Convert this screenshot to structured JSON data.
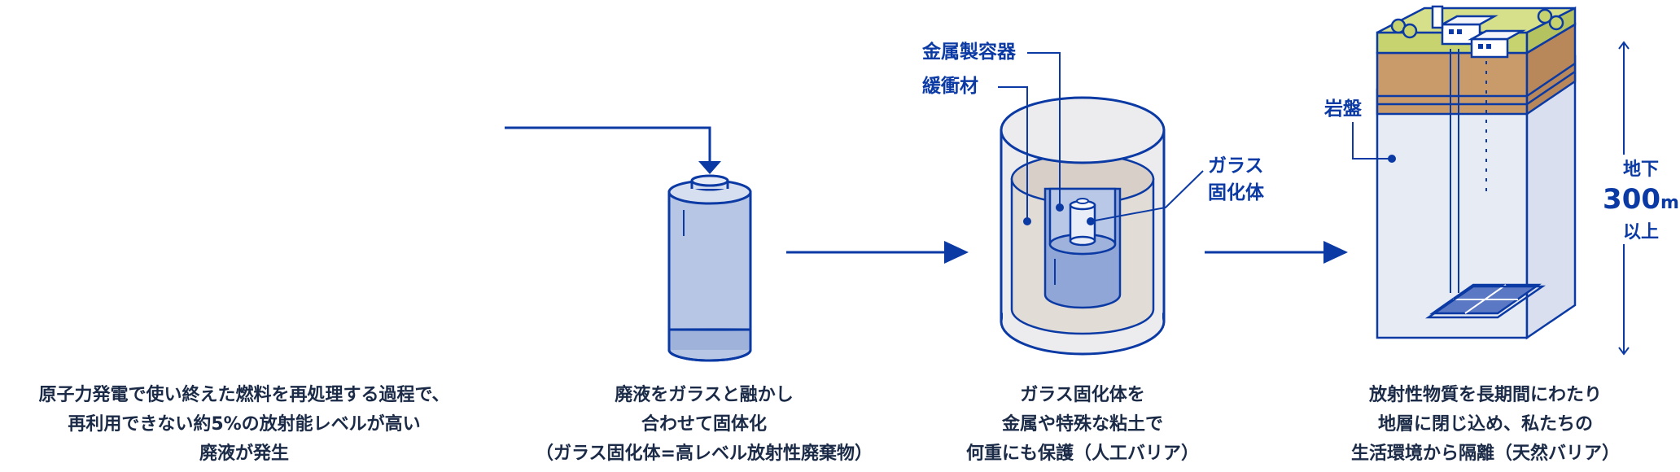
{
  "captions": {
    "step1": [
      "原子力発電で使い終えた燃料を再処理する過程で、",
      "再利用できない約5%の放射能レベルが高い",
      "廃液が発生"
    ],
    "step2": [
      "廃液をガラスと融かし",
      "合わせて固体化",
      "（ガラス固化体=高レベル放射性廃棄物）"
    ],
    "step3": [
      "ガラス固化体を",
      "金属や特殊な粘土で",
      "何重にも保護（人工バリア）"
    ],
    "step4": [
      "放射性物質を長期間にわたり",
      "地層に閉じ込め、私たちの",
      "生活環境から隔離（天然バリア）"
    ]
  },
  "labels": {
    "metal_container": "金属製容器",
    "buffer": "緩衝材",
    "glass_line1": "ガラス",
    "glass_line2": "固化体",
    "bedrock": "岩盤"
  },
  "depth": {
    "line1": "地下",
    "value": "300",
    "unit": "m",
    "line3": "以上"
  },
  "colors": {
    "accent": "#0b3aa4",
    "canister_fill": "#b7c6e4",
    "buffer_fill": "#e2dcd6",
    "soil_fill": "#c99a6a",
    "grass_fill": "#c6d36f",
    "rock_fill": "#e7ebf4"
  }
}
